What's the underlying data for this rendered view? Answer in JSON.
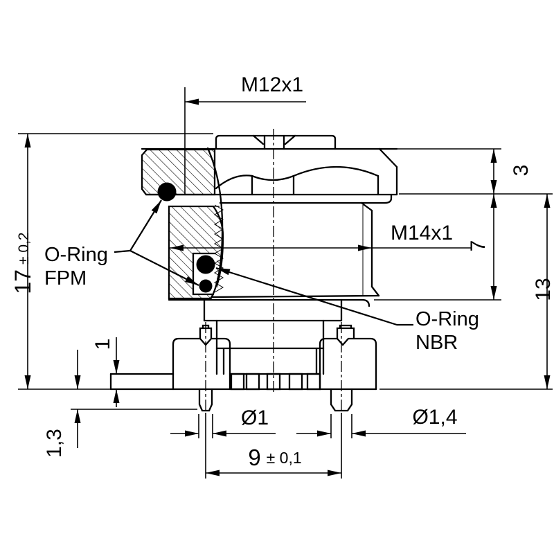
{
  "page": {
    "background": "#ffffff",
    "line_color": "#000000",
    "type": "technical-drawing-connector-cross-section"
  },
  "dimensions": {
    "thread_top": "M12x1",
    "thread_body": "M14x1",
    "total_height": "17",
    "total_height_tol": "± 0,2",
    "nut_height": "3",
    "thread_length": "7",
    "body_height": "13",
    "flange_thickness": "1",
    "pin_protrusion": "1,3",
    "pin_dia_left": "Ø1",
    "pin_dia_right": "Ø1,4",
    "pin_spacing": "9",
    "pin_spacing_tol": "± 0,1"
  },
  "annotations": {
    "oring_fpm": {
      "line1": "O-Ring",
      "line2": "FPM"
    },
    "oring_nbr": {
      "line1": "O-Ring",
      "line2": "NBR"
    }
  }
}
